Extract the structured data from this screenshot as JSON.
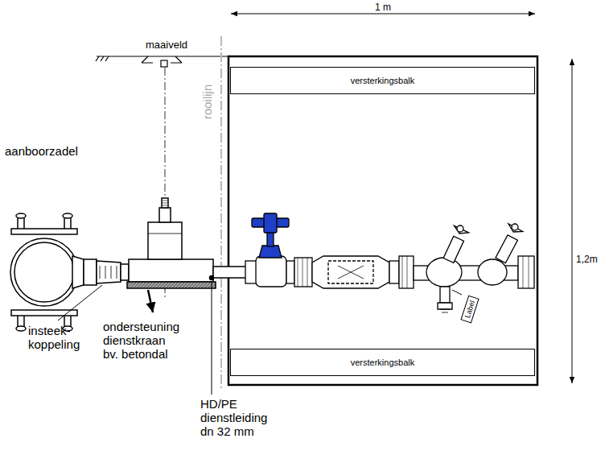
{
  "diagram": {
    "nodes": [
      {
        "text": [
          "versterkingsbalk"
        ]
      },
      {
        "text": [
          "Label"
        ]
      },
      {
        "text": [
          "versterkingsbalk"
        ]
      }
    ],
    "labels": [
      "1 m",
      "maaiveld",
      "rooilijn",
      "1,2m",
      "aanboorzadel",
      "insteek- koppeling",
      "ondersteuning dienstkraan bv. betondal",
      "HD/PE dienstleiding dn 32 mm"
    ]
  }
}
